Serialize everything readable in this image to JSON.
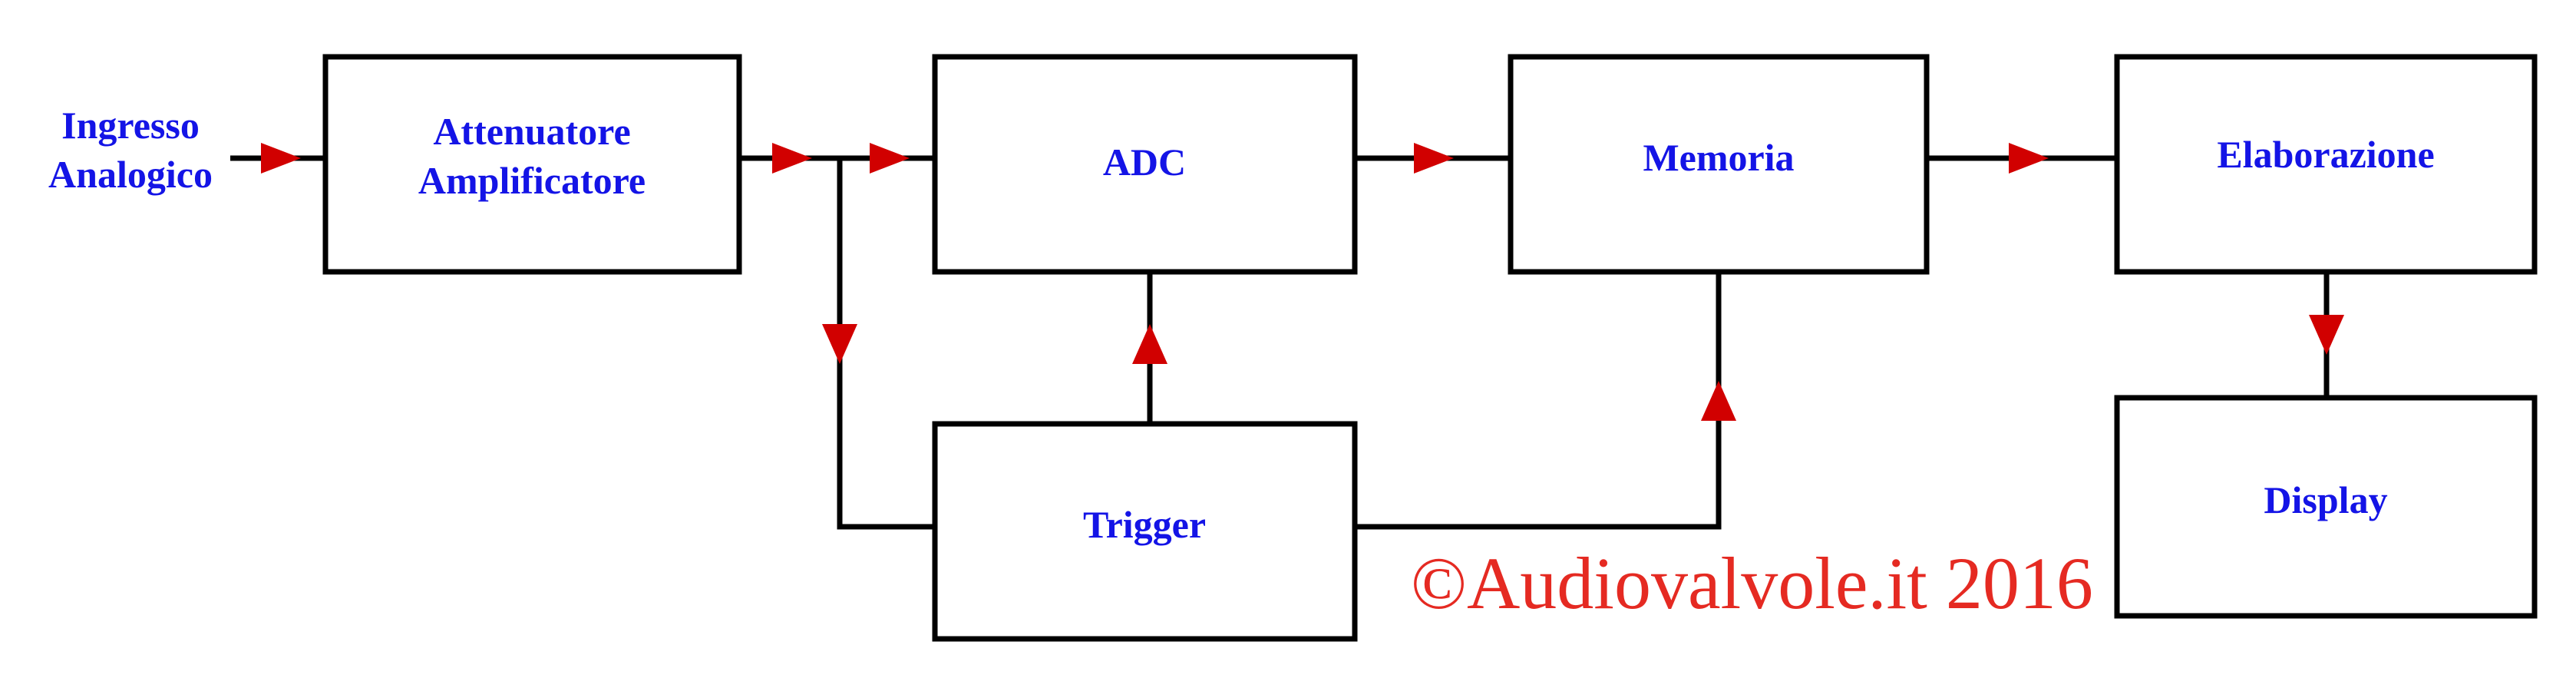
{
  "diagram": {
    "input_label_line1": "Ingresso",
    "input_label_line2": "Analogico",
    "blocks": {
      "attenuatore": {
        "line1": "Attenuatore",
        "line2": "Amplificatore"
      },
      "adc": {
        "label": "ADC"
      },
      "memoria": {
        "label": "Memoria"
      },
      "elaborazione": {
        "label": "Elaborazione"
      },
      "trigger": {
        "label": "Trigger"
      },
      "display": {
        "label": "Display"
      }
    },
    "watermark": "©Audiovalvole.it 2016"
  },
  "colors": {
    "label_text": "#1414e6",
    "arrow": "#d10000",
    "watermark": "#e52a22",
    "lines": "#000000"
  }
}
